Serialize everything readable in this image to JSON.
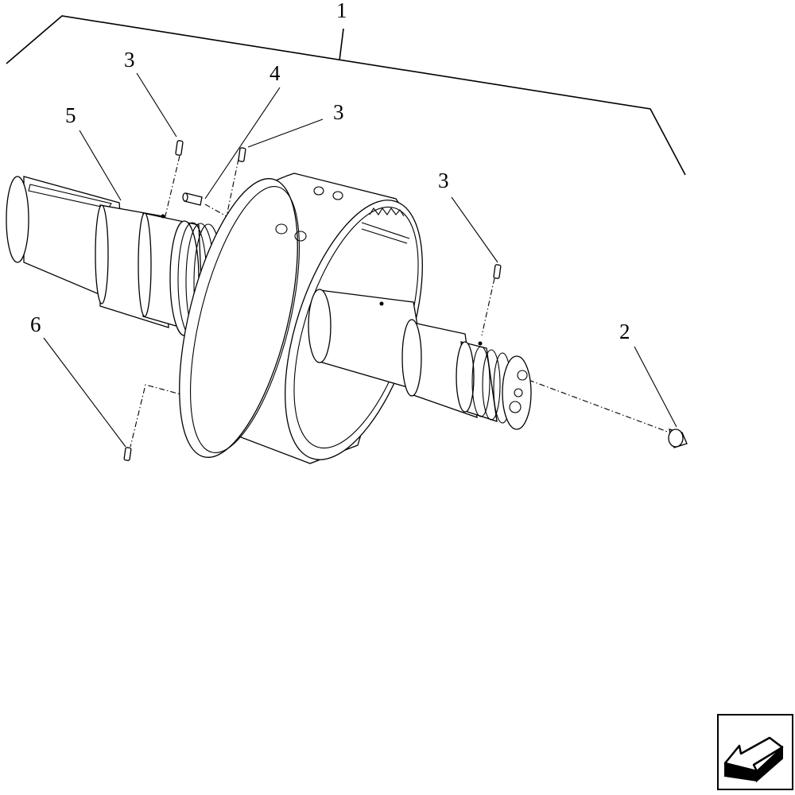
{
  "callouts": {
    "c1": "1",
    "c2": "2",
    "c3a": "3",
    "c3b": "3",
    "c3c": "3",
    "c4": "4",
    "c5": "5",
    "c6": "6"
  },
  "nav": {
    "icon": "arrow-back-icon"
  }
}
